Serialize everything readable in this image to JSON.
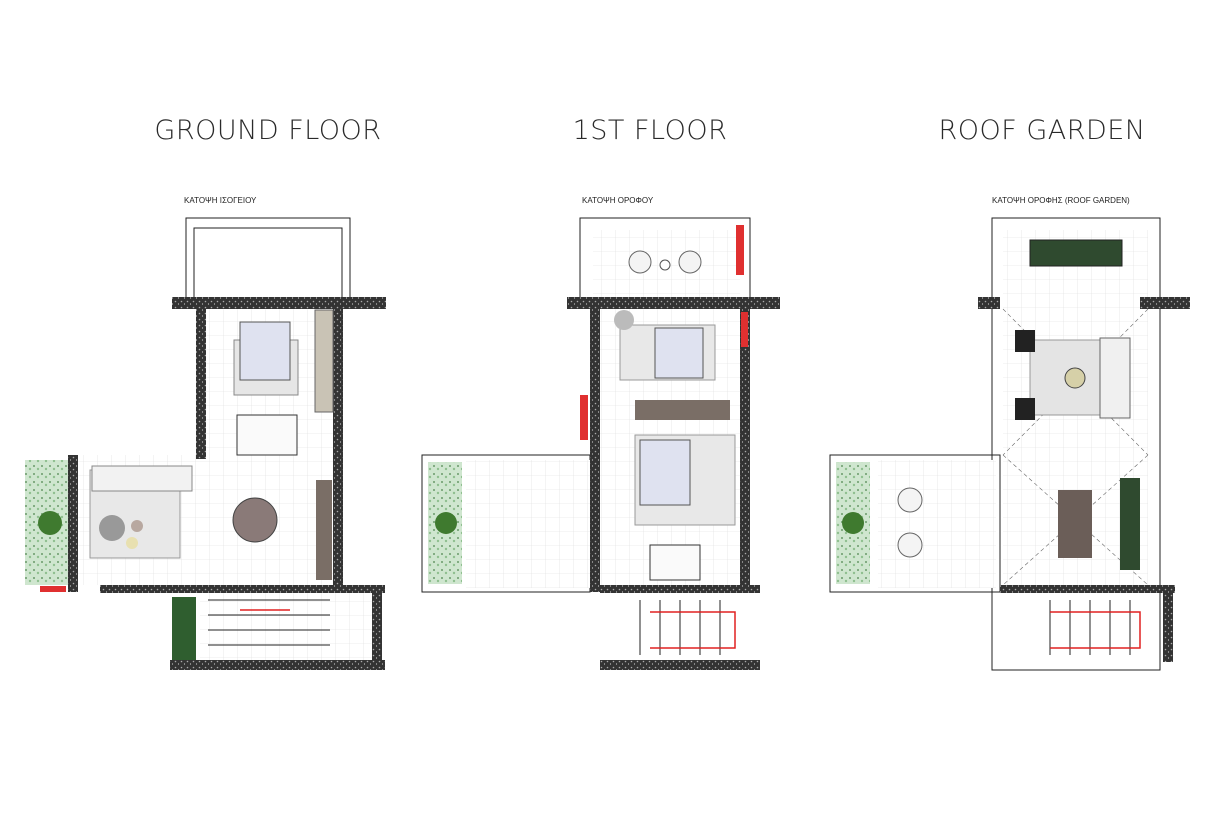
{
  "plans": [
    {
      "title": "GROUND FLOOR",
      "subtitle": "ΚΑΤΟΨΗ ΙΣΟΓΕΙΟΥ"
    },
    {
      "title": "1ST FLOOR",
      "subtitle": "ΚΑΤΟΨΗ ΟΡΟΦΟΥ"
    },
    {
      "title": "ROOF GARDEN",
      "subtitle": "ΚΑΤΟΨΗ ΟΡΟΦΗΣ (ROOF GARDEN)"
    }
  ],
  "colors": {
    "wall": "#3a3a3a",
    "planter": "#2f5e2f",
    "fire_wall": "#e03030",
    "stair_arrow": "#e02020"
  }
}
